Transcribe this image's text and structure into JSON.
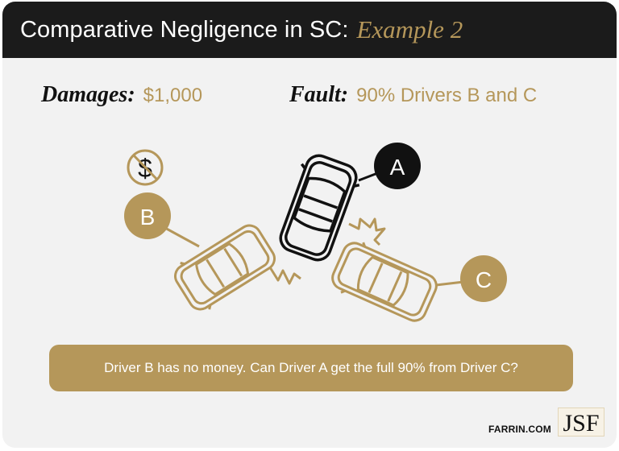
{
  "header": {
    "title": "Comparative Negligence in SC:",
    "subtitle": "Example 2"
  },
  "stats": {
    "damages": {
      "label": "Damages:",
      "value": "$1,000"
    },
    "fault": {
      "label": "Fault:",
      "value": "90% Drivers B and C"
    }
  },
  "diagram": {
    "drivers": [
      {
        "id": "A",
        "label": "A",
        "color": "#111111"
      },
      {
        "id": "B",
        "label": "B",
        "color": "#b5975a"
      },
      {
        "id": "C",
        "label": "C",
        "color": "#b5975a"
      }
    ],
    "no_money_icon": "$"
  },
  "banner": {
    "text": "Driver B has no money. Can Driver A get the full 90% from Driver C?"
  },
  "footer": {
    "site": "FARRIN.COM",
    "logo": "JSF"
  },
  "colors": {
    "accent": "#b5975a",
    "header_bg": "#1b1b1b",
    "card_bg": "#f2f2f2"
  }
}
